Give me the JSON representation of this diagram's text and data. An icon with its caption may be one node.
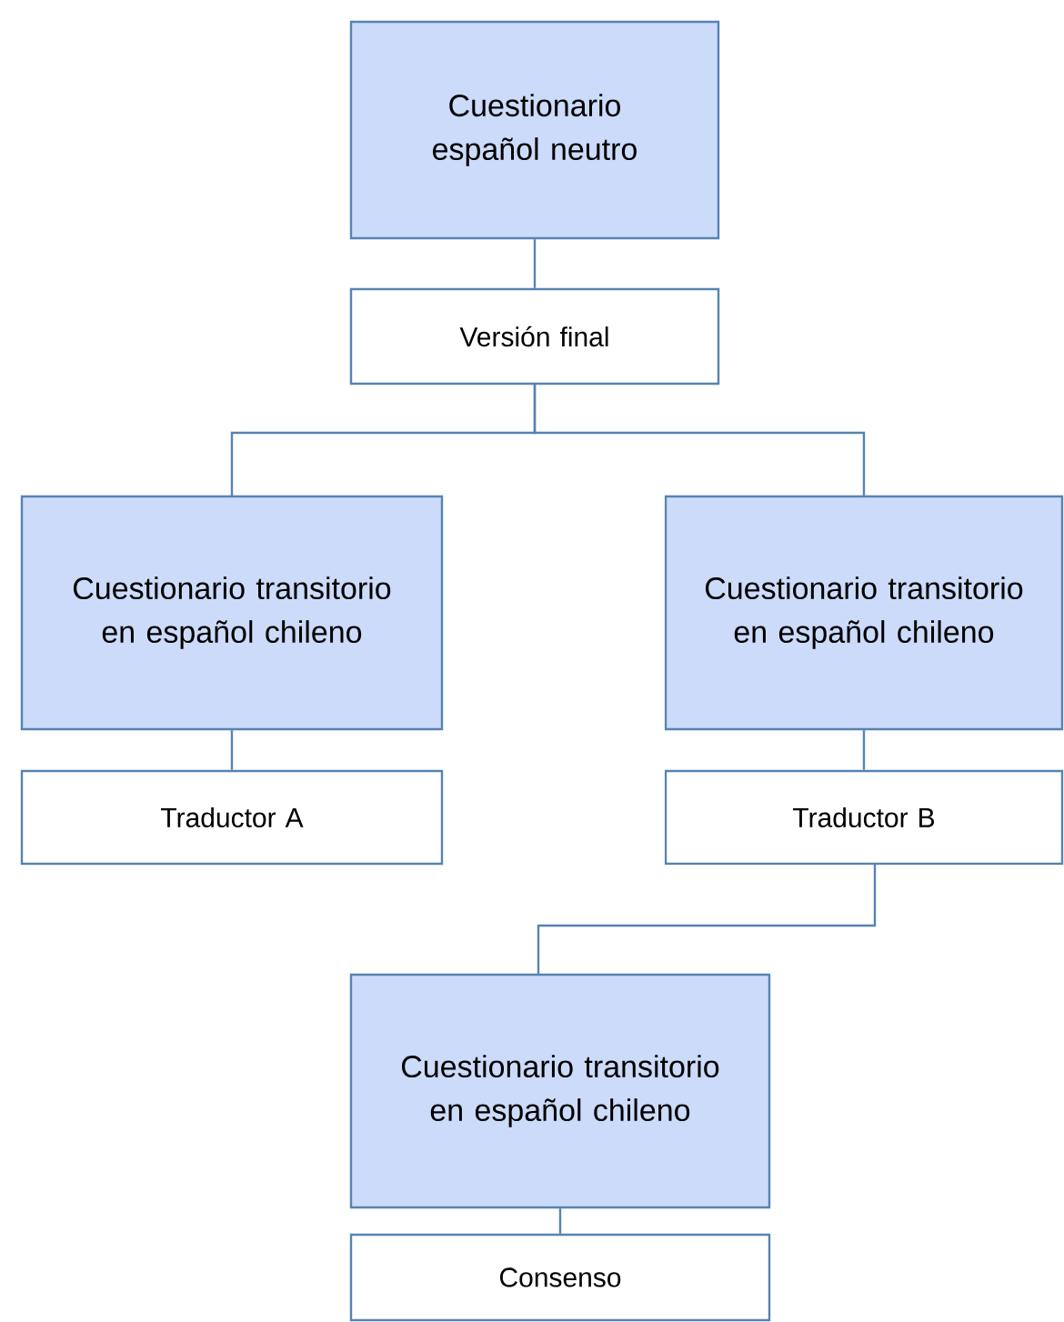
{
  "diagram": {
    "nodes": [
      {
        "text": [
          "Cuestionario español neutro"
        ]
      },
      {
        "text": [
          "Versión final"
        ]
      },
      {
        "text": [
          "Cuestionario transitorio en español chileno"
        ]
      },
      {
        "text": [
          "Traductor A"
        ]
      },
      {
        "text": [
          "Cuestionario transitorio en español chileno"
        ]
      },
      {
        "text": [
          "Traductor B"
        ]
      },
      {
        "text": [
          "Cuestionario transitorio en español chileno"
        ]
      },
      {
        "text": [
          "Consenso"
        ]
      }
    ],
    "edges": [
      {
        "from": 0,
        "to": 1,
        "arrow": "none"
      },
      {
        "from": 1,
        "to": 2,
        "arrow": "none"
      },
      {
        "from": 1,
        "to": 4,
        "arrow": "none"
      },
      {
        "from": 2,
        "to": 3,
        "arrow": "none"
      },
      {
        "from": 4,
        "to": 5,
        "arrow": "none"
      },
      {
        "from": 5,
        "to": 6,
        "arrow": "none"
      },
      {
        "from": 6,
        "to": 7,
        "arrow": "none"
      }
    ]
  }
}
